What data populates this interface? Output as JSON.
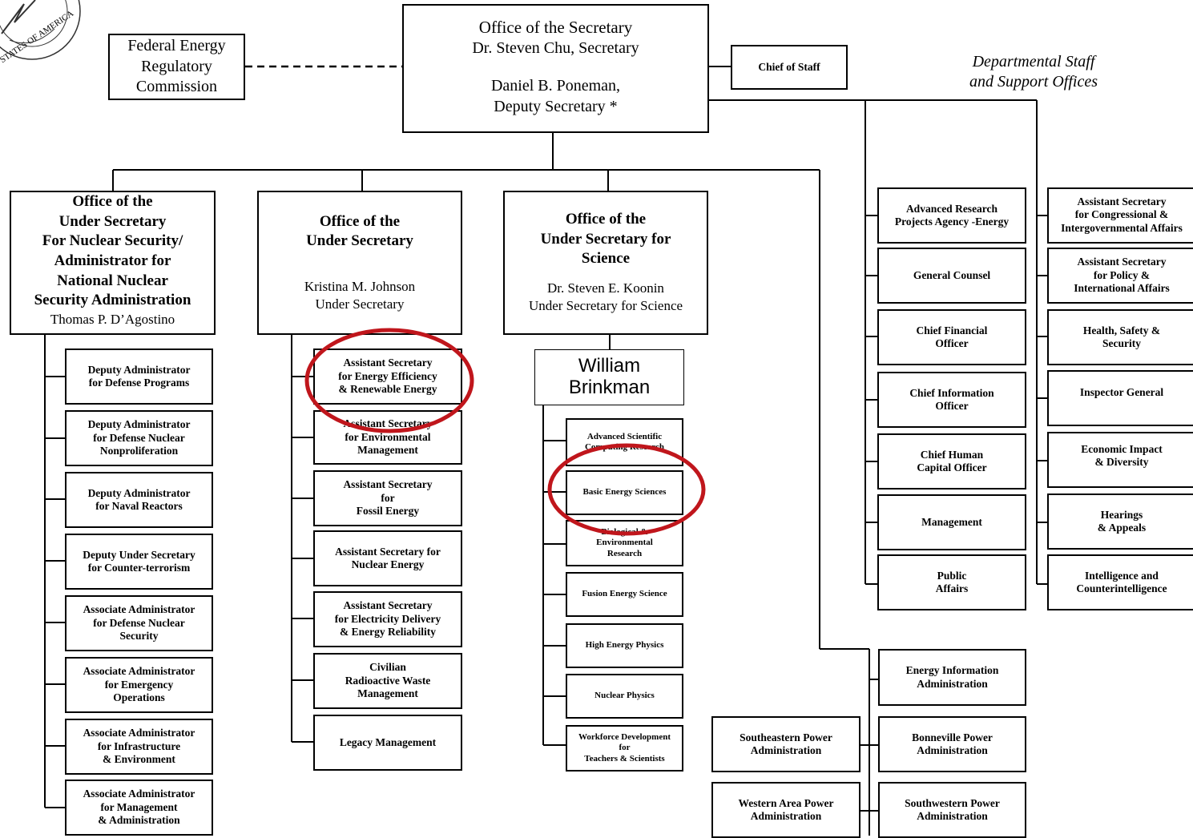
{
  "seal": {
    "text": "STATES OF AMERICA"
  },
  "top": {
    "ferc": "Federal Energy\nRegulatory\nCommission",
    "secretary_office": "Office of the Secretary",
    "secretary_name": "Dr. Steven Chu, Secretary",
    "deputy": "Daniel B. Poneman,\nDeputy Secretary *",
    "chief_of_staff": "Chief of Staff",
    "staff_heading": "Departmental Staff\nand Support Offices"
  },
  "under_secretaries": [
    {
      "title": "Office of the\nUnder Secretary\nFor Nuclear Security/\nAdministrator for\nNational Nuclear\nSecurity Administration",
      "name": "Thomas P. D’Agostino"
    },
    {
      "title": "Office of the\nUnder Secretary",
      "name": "Kristina M. Johnson\nUnder Secretary"
    },
    {
      "title": "Office of the\nUnder Secretary for\nScience",
      "name": "Dr. Steven E. Koonin\nUnder Secretary for Science"
    }
  ],
  "nnsa_items": [
    "Deputy Administrator\nfor Defense Programs",
    "Deputy Administrator\nfor Defense Nuclear\nNonproliferation",
    "Deputy Administrator\nfor Naval Reactors",
    "Deputy Under Secretary\nfor Counter-terrorism",
    "Associate Administrator\nfor Defense Nuclear\nSecurity",
    "Associate Administrator\nfor Emergency\nOperations",
    "Associate Administrator\nfor Infrastructure\n& Environment",
    "Associate Administrator\nfor Management\n& Administration"
  ],
  "under_secretary_items": [
    "Assistant Secretary\nfor Energy Efficiency\n& Renewable Energy",
    "Assistant Secretary\nfor Environmental\nManagement",
    "Assistant Secretary\nfor\nFossil Energy",
    "Assistant Secretary for\nNuclear Energy",
    "Assistant Secretary\nfor Electricity Delivery\n& Energy Reliability",
    "Civilian\nRadioactive Waste\nManagement",
    "Legacy Management"
  ],
  "science": {
    "director": "William Brinkman",
    "items": [
      "Advanced Scientific\nComputing Research",
      "Basic Energy Sciences",
      "Biological &\nEnvironmental\nResearch",
      "Fusion Energy Science",
      "High Energy Physics",
      "Nuclear Physics",
      "Workforce Development\nfor\nTeachers & Scientists"
    ]
  },
  "staff_left": [
    "Advanced Research\nProjects Agency -Energy",
    "General Counsel",
    "Chief Financial\nOfficer",
    "Chief  Information\nOfficer",
    "Chief Human\nCapital Officer",
    "Management",
    "Public\nAffairs"
  ],
  "staff_right": [
    "Assistant Secretary\nfor Congressional &\nIntergovernmental Affairs",
    "Assistant Secretary\nfor Policy &\nInternational Affairs",
    "Health, Safety &\nSecurity",
    "Inspector General",
    "Economic Impact\n& Diversity",
    "Hearings\n& Appeals",
    "Intelligence and\nCounterintelligence"
  ],
  "admins": {
    "eia": "Energy Information\nAdministration",
    "southeastern": "Southeastern Power\nAdministration",
    "bonneville": "Bonneville Power\nAdministration",
    "western": "Western Area Power\nAdministration",
    "southwestern": "Southwestern Power\nAdministration"
  },
  "highlight_color": "#c0161c"
}
